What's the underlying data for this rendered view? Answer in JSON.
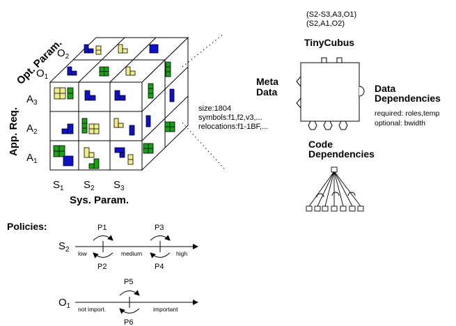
{
  "cube": {
    "opt_param_title": "Opt. Param.",
    "app_req_title": "App. Req.",
    "sys_param_title": "Sys. Param.",
    "o_labels": [
      {
        "base": "O",
        "sub": "2"
      },
      {
        "base": "O",
        "sub": "1"
      }
    ],
    "a_labels": [
      {
        "base": "A",
        "sub": "3"
      },
      {
        "base": "A",
        "sub": "2"
      },
      {
        "base": "A",
        "sub": "1"
      }
    ],
    "s_labels": [
      {
        "base": "S",
        "sub": "1"
      },
      {
        "base": "S",
        "sub": "2"
      },
      {
        "base": "S",
        "sub": "3"
      }
    ],
    "colors": {
      "blue": "#1010c8",
      "green": "#18a018",
      "yellow": "#f0ec8a",
      "face": "#ffffff",
      "line": "#000000"
    }
  },
  "meta": {
    "size": "size:1804",
    "symbols": "symbols:f1,f2,v3,...",
    "relocations": "relocations:f1-1BF,..."
  },
  "tinycubus": {
    "tuple1": "(S2-S3,A3,O1)",
    "tuple2": "(S2,A1,O2)",
    "title": "TinyCubus",
    "meta_data_line1": "Meta",
    "meta_data_line2": "Data",
    "data_dep_line1": "Data",
    "data_dep_line2": "Dependencies",
    "required": "required: roles,temp",
    "optional": "optional: bwidth",
    "code_dep_line1": "Code",
    "code_dep_line2": "Dependencies"
  },
  "policies": {
    "title": "Policies:",
    "s2": {
      "base": "S",
      "sub": "2",
      "p_top_left": "P1",
      "p_top_right": "P3",
      "p_bot_left": "P2",
      "p_bot_right": "P4",
      "low": "low",
      "medium": "medium",
      "high": "high"
    },
    "o1": {
      "base": "O",
      "sub": "1",
      "p_top": "P5",
      "p_bot": "P6",
      "left": "not import.",
      "right": "important"
    }
  }
}
